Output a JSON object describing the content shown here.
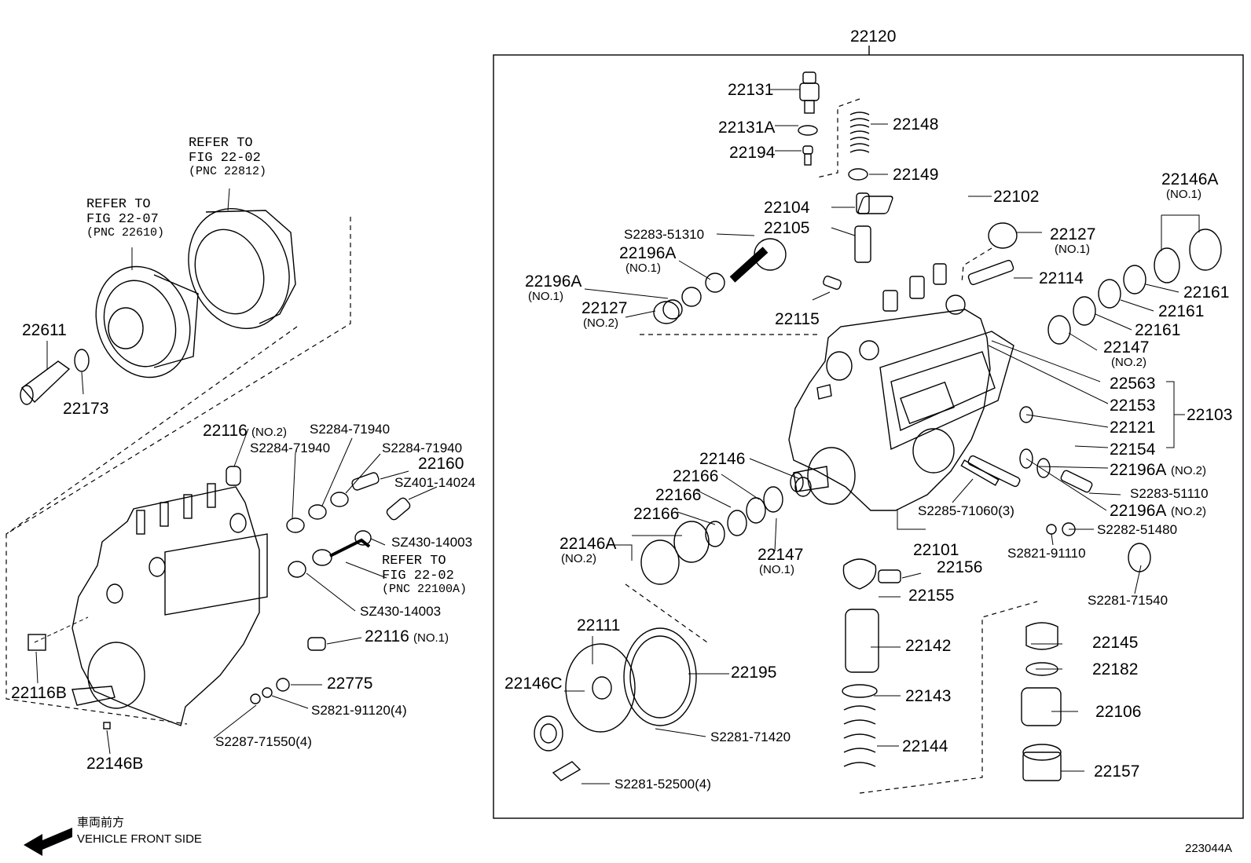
{
  "diagram": {
    "assembly_label": "22120",
    "figure_code": "223044A",
    "direction_jp": "車両前方",
    "direction_en": "VEHICLE FRONT SIDE"
  },
  "left": {
    "ref1": {
      "line1": "REFER TO",
      "line2": "FIG 22-02",
      "line3": "(PNC 22812)"
    },
    "ref2": {
      "line1": "REFER TO",
      "line2": "FIG 22-07",
      "line3": "(PNC 22610)"
    },
    "ref3": {
      "line1": "REFER TO",
      "line2": "FIG 22-02",
      "line3": "(PNC 22100A)"
    },
    "p22611": "22611",
    "p22173": "22173",
    "p22116no2": "22116",
    "p22116no2_sub": "(NO.2)",
    "s2228471940a": "S2284-71940",
    "s2228471940b": "S2284-71940",
    "s2228471940c": "S2284-71940",
    "p22160": "22160",
    "sz40114024": "SZ401-14024",
    "sz43014003a": "SZ430-14003",
    "sz43014003b": "SZ430-14003",
    "p22116no1": "22116",
    "p22116no1_sub": "(NO.1)",
    "p22116b": "22116B",
    "p22775": "22775",
    "s28219112": "S2821-91120(4)",
    "s22877155": "S2287-71550(4)",
    "p22146b": "22146B"
  },
  "right": {
    "p22131": "22131",
    "p22131a": "22131A",
    "p22194": "22194",
    "p22148": "22148",
    "p22149": "22149",
    "p22104": "22104",
    "p22105": "22105",
    "p22102": "22102",
    "s2228351310": "S2283-51310",
    "p22196a_no1a": "22196A",
    "p22196a_no1a_sub": "(NO.1)",
    "p22196a_no1b": "22196A",
    "p22196a_no1b_sub": "(NO.1)",
    "p22127_no2": "22127",
    "p22127_no2_sub": "(NO.2)",
    "p22115": "22115",
    "p22127_no1": "22127",
    "p22127_no1_sub": "(NO.1)",
    "p22114": "22114",
    "p22146a_no1": "22146A",
    "p22146a_no1_sub": "(NO.1)",
    "p22161a": "22161",
    "p22161b": "22161",
    "p22161c": "22161",
    "p22147_no2": "22147",
    "p22147_no2_sub": "(NO.2)",
    "p22563": "22563",
    "p22153": "22153",
    "p22121": "22121",
    "p22154": "22154",
    "p22103": "22103",
    "p22196a_no2a": "22196A",
    "p22196a_no2a_sub": "(NO.2)",
    "s2228351110": "S2283-51110",
    "p22196a_no2b": "22196A",
    "p22196a_no2b_sub": "(NO.2)",
    "s2228571060": "S2285-71060(3)",
    "s2282151480": "S2282-51480",
    "s2282191110": "S2821-91110",
    "p22146": "22146",
    "p22166a": "22166",
    "p22166b": "22166",
    "p22166c": "22166",
    "p22146a_no2": "22146A",
    "p22146a_no2_sub": "(NO.2)",
    "p22147_no1": "22147",
    "p22147_no1_sub": "(NO.1)",
    "p22101": "22101",
    "p22156": "22156",
    "p22155": "22155",
    "s2228171540": "S2281-71540",
    "p22111": "22111",
    "p22146c": "22146C",
    "p22195": "22195",
    "s2228171420": "S2281-71420",
    "s2228152500": "S2281-52500(4)",
    "p22142": "22142",
    "p22143": "22143",
    "p22144": "22144",
    "p22145": "22145",
    "p22182": "22182",
    "p22106": "22106",
    "p22157": "22157"
  }
}
